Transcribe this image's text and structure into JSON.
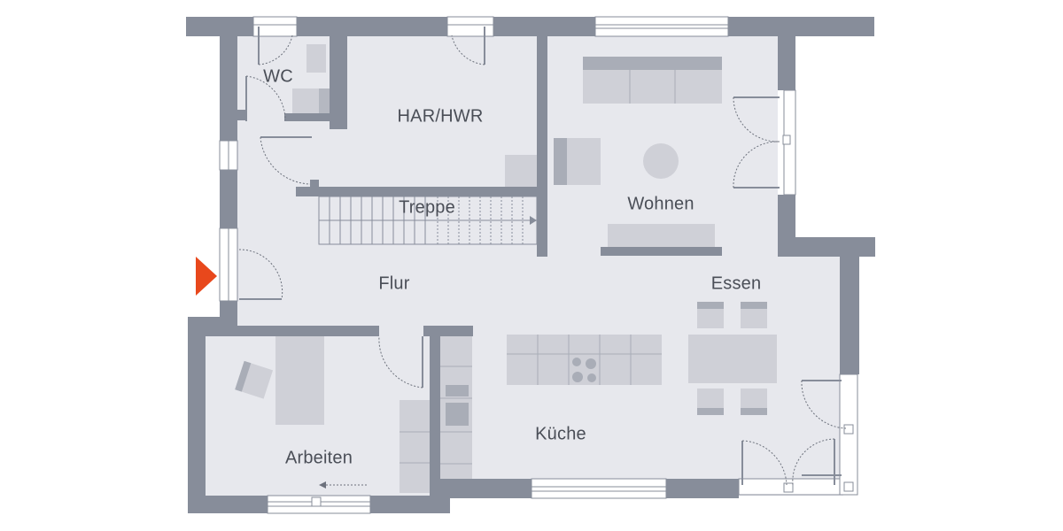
{
  "plan": {
    "type": "floor-plan",
    "level": "ground floor",
    "colors": {
      "wall": "#878d9a",
      "floor": "#e7e8ed",
      "furniture": "#cfd0d7",
      "furniture_dark": "#a9adb7",
      "entrance_marker": "#e8481c",
      "label": "#4a4e57"
    },
    "rooms": [
      {
        "id": "wc",
        "label": "WC"
      },
      {
        "id": "har",
        "label": "HAR/HWR"
      },
      {
        "id": "treppe",
        "label": "Treppe"
      },
      {
        "id": "wohnen",
        "label": "Wohnen"
      },
      {
        "id": "flur",
        "label": "Flur"
      },
      {
        "id": "essen",
        "label": "Essen"
      },
      {
        "id": "kueche",
        "label": "Küche"
      },
      {
        "id": "arbeiten",
        "label": "Arbeiten"
      }
    ],
    "entrance_icon": "entrance-arrow-icon"
  }
}
